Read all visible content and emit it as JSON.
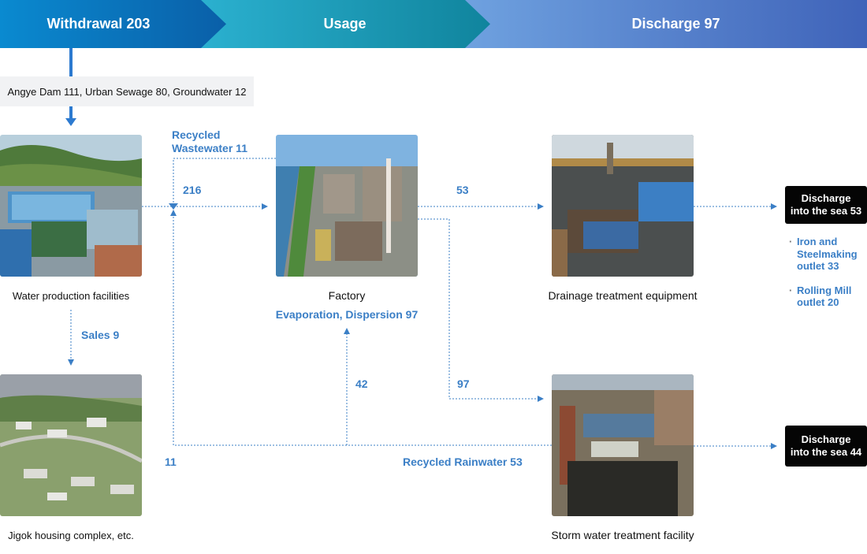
{
  "header": {
    "withdrawal": "Withdrawal 203",
    "usage": "Usage",
    "discharge": "Discharge 97"
  },
  "sources": "Angye Dam 111, Urban Sewage 80, Groundwater 12",
  "nodes": {
    "water_production": "Water production facilities",
    "jigok": "Jigok housing complex, etc.",
    "factory": "Factory",
    "factory_sub": "Evaporation, Dispersion 97",
    "drainage": "Drainage treatment equipment",
    "storm": "Storm water treatment facility"
  },
  "flows": {
    "recycled_wastewater_line1": "Recycled",
    "recycled_wastewater_line2": "Wastewater 11",
    "v216": "216",
    "v53": "53",
    "sales": "Sales 9",
    "v42": "42",
    "v97": "97",
    "v11": "11",
    "recycled_rainwater": "Recycled Rainwater 53"
  },
  "discharge_boxes": {
    "sea1_line1": "Discharge",
    "sea1_line2": "into the sea 53",
    "sea2_line1": "Discharge",
    "sea2_line2": "into the sea 44"
  },
  "outlets": [
    {
      "line1": "Iron and",
      "line2": "Steelmaking",
      "line3": "outlet 33"
    },
    {
      "line1": "Rolling Mill",
      "line2": "outlet 20",
      "line3": ""
    }
  ],
  "colors": {
    "withdrawal": "#0a78bd",
    "usage": "#1aa0b5",
    "discharge": "#4f77c9",
    "accent_blue": "#3b7fc6",
    "dotted_line": "#3b7fc6"
  }
}
